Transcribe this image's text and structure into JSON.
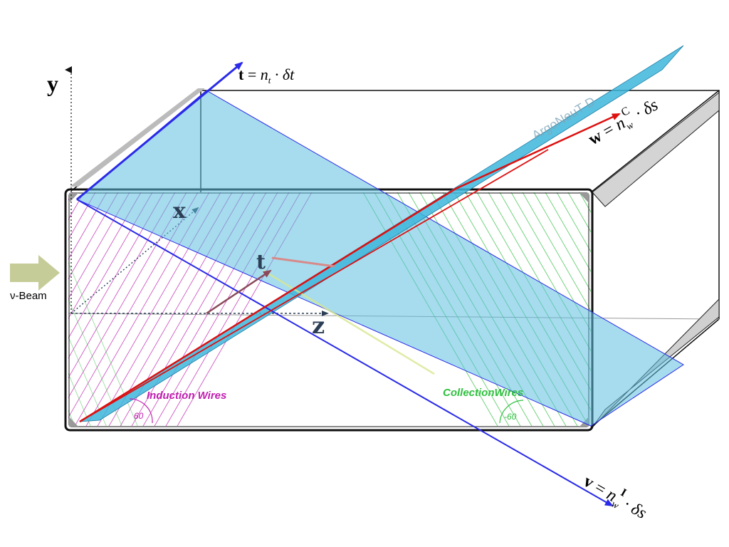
{
  "axes": {
    "y": "y",
    "x": "x",
    "z": "z",
    "t_inner": "t"
  },
  "beam": {
    "label": "ν-Beam",
    "arrow_color": "#c6cc98"
  },
  "equations": {
    "t": {
      "var": "t",
      "eq": " = ",
      "n": "n",
      "sub": "t",
      "rest": " · δt"
    },
    "w": {
      "var": "w",
      "eq": " = ",
      "n": "n",
      "sub": "w",
      "sup": "C",
      "rest": " · δs"
    },
    "v": {
      "var": "v",
      "eq": " = ",
      "n": "n",
      "sub": "w",
      "sup": "I",
      "rest": " · δs"
    }
  },
  "induction": {
    "label": "Induction Wires",
    "angle": "60",
    "color": "#c020b0"
  },
  "collection": {
    "label": "CollectionWires",
    "angle": "-60",
    "color": "#30c040"
  },
  "plane_text": "ArgoNeuT D",
  "colors": {
    "plane_fill": "#5cbfe0",
    "blue_axis": "#2a2ae8",
    "red_vector": "#dd1010",
    "frame": "#111111"
  }
}
